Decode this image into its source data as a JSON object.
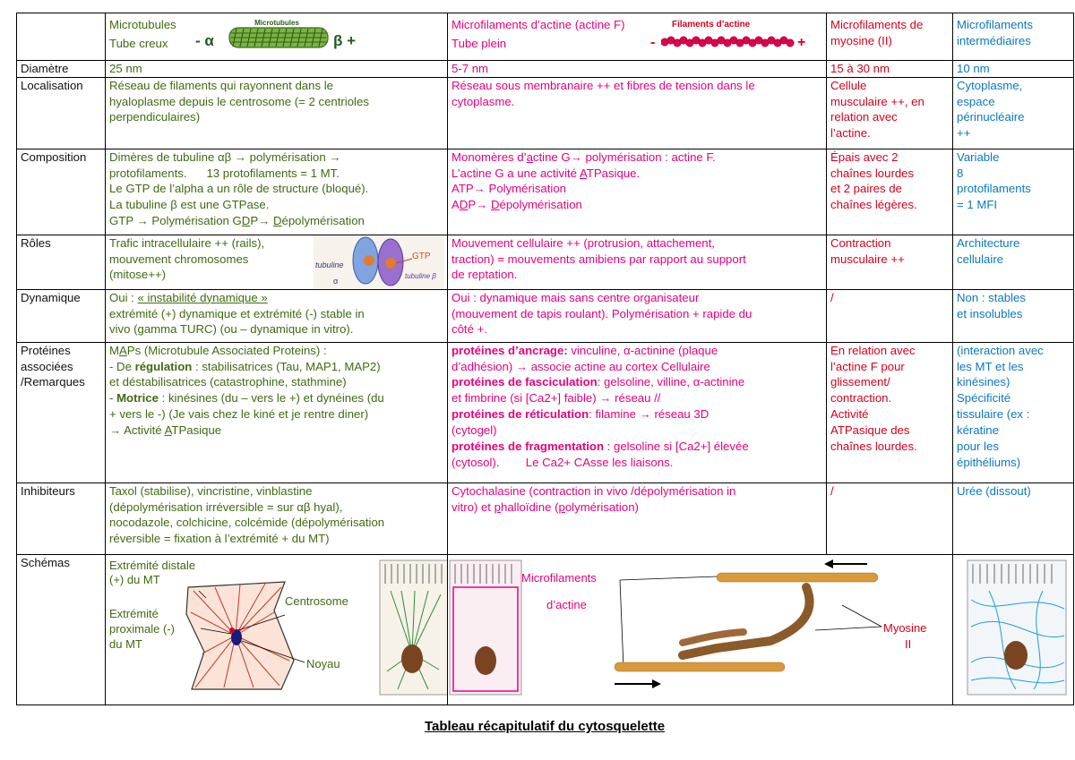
{
  "caption": "Tableau récapitulatif du cytosquelette",
  "header": {
    "mt": {
      "l1": "Microtubules",
      "l2": "Tube creux",
      "fig_label": "Microtubules",
      "minus": "- α",
      "plus": "β +"
    },
    "act": {
      "l1": "Microfilaments d’actine (actine F)",
      "l2": "Tube plein",
      "fig_label": "Filaments d’actine",
      "minus": "-",
      "plus": "+"
    },
    "myo": {
      "l1": "Microfilaments de",
      "l2": "myosine (II)"
    },
    "mfi": {
      "l1": "Microfilaments",
      "l2": "intermédiaires"
    }
  },
  "rows": {
    "diametre": {
      "label": "Diamètre",
      "mt": "25 nm",
      "act": "5-7 nm",
      "myo": "15 à 30 nm",
      "mfi": "10 nm"
    },
    "localisation": {
      "label": "Localisation",
      "mt": [
        "Réseau de filaments qui rayonnent dans le",
        "hyaloplasme depuis le centrosome (= 2 centrioles",
        "perpendiculaires)"
      ],
      "act": [
        "Réseau sous membranaire ++ et fibres de tension dans le",
        "cytoplasme."
      ],
      "myo": [
        "Cellule",
        "musculaire ++, en",
        "relation avec",
        "l’actine."
      ],
      "mfi": [
        "Cytoplasme,",
        "espace",
        "périnucléaire",
        "++"
      ]
    },
    "composition": {
      "label": "Composition",
      "mt": {
        "l1": "Dimères de tubuline αβ → polymérisation →",
        "l2": "protofilaments.      13 protofilaments = 1 MT.",
        "l3": "Le GTP de l’alpha a un rôle de structure (bloqué).",
        "l4": "La tubuline β est une GTPase.",
        "l5a": "GTP → Polymérisation G",
        "l5b": "D",
        "l5c": "P→ ",
        "l5d": "D",
        "l5e": "épolymérisation"
      },
      "act": {
        "l1a": "Monomères d’",
        "l1b": "a",
        "l1c": "ctine G→ polymérisation : actine F.",
        "l2a": "L’actine G a une activité ",
        "l2b": "A",
        "l2c": "TPasique.",
        "l3": "ATP→ Polymérisation",
        "l4a": "A",
        "l4b": "D",
        "l4c": "P→ ",
        "l4d": "D",
        "l4e": "épolymérisation"
      },
      "myo": [
        "Épais avec 2",
        "chaînes lourdes",
        "et 2 paires de",
        "chaînes légères."
      ],
      "mfi": [
        "Variable",
        "8",
        "protofilaments",
        "= 1 MFI"
      ]
    },
    "roles": {
      "label": "Rôles",
      "mt": [
        "Trafic intracellulaire ++ (rails),",
        "mouvement chromosomes",
        "(mitose++)"
      ],
      "mt_fig": {
        "tubuline": "tubuline",
        "alpha": "α",
        "gtp": "GTP",
        "beta": "tubuline β"
      },
      "act": [
        "Mouvement cellulaire ++ (protrusion, attachement,",
        "traction) = mouvements amibiens par rapport au support",
        "de reptation."
      ],
      "myo": [
        "Contraction",
        "musculaire ++"
      ],
      "mfi": [
        "Architecture",
        "cellulaire"
      ]
    },
    "dynamique": {
      "label": "Dynamique",
      "mt_a": "Oui : ",
      "mt_b": "« instabilité dynamique »",
      "mt": [
        "extrémité (+) dynamique et extrémité (-) stable in",
        "vivo (gamma TURC) (ou – dynamique in vitro)."
      ],
      "act": [
        "Oui : dynamique mais sans centre organisateur",
        "(mouvement de tapis roulant).  Polymérisation + rapide du",
        "côté +."
      ],
      "myo": "/",
      "mfi": [
        "Non : stables",
        "et insolubles"
      ]
    },
    "proteines": {
      "label": [
        "Protéines",
        "associées",
        "/Remarques"
      ],
      "mt": {
        "l1a": "M",
        "l1b": "A",
        "l1c": "Ps (Microtubule Associated Proteins) :",
        "l2a": "- De ",
        "l2b": "régulation",
        "l2c": " : stabilisatrices (Tau, MAP1, MAP2)",
        "l3": "et déstabilisatrices (catastrophine, stathmine)",
        "l4a": "- ",
        "l4b": "Motrice",
        "l4c": " : kinésines (du – vers le +) et dynéines (du",
        "l5": "+ vers le -) (Je vais chez le kiné et je rentre diner)",
        "l6a": "→ Activité ",
        "l6b": "A",
        "l6c": "TPasique"
      },
      "act": {
        "l1a": "protéines d’ancrage:",
        "l1b": " vinculine, α-actinine (plaque",
        "l2": "d’adhésion) → associe actine au cortex Cellulaire",
        "l3a": "protéines de fasciculation",
        "l3b": ": gelsoline, villine, α-actinine",
        "l4": "et fimbrine (si [Ca2+] faible) → réseau //",
        "l5a": "protéines de réticulation",
        "l5b": ": filamine → réseau 3D",
        "l6": "(cytogel)",
        "l7a": "protéines de fragmentation ",
        "l7b": ": gelsoline si [Ca2+] élevée",
        "l8": "(cytosol).        Le Ca2+ CAsse les liaisons."
      },
      "myo": [
        "En relation avec",
        "l’actine F pour",
        "glissement/",
        "contraction.",
        "Activité",
        "ATPasique des",
        "chaînes lourdes."
      ],
      "mfi": [
        "(interaction avec",
        "les MT et les",
        "kinésines)",
        "Spécificité",
        "tissulaire (ex :",
        "kératine",
        "pour les",
        "épithéliums)"
      ]
    },
    "inhibiteurs": {
      "label": "Inhibiteurs",
      "mt": [
        "Taxol (stabilise), vincristine, vinblastine",
        "(dépolymérisation irréversible = sur αβ hyal),",
        "nocodazole, colchicine, colcémide (dépolymérisation",
        "réversible = fixation à l’extrémité + du MT)"
      ],
      "act_a": "Cytochalasine (contraction in vivo /dépolymérisation in",
      "act_b": "vitro) et ",
      "act_c": "p",
      "act_d": "halloïdine (",
      "act_e": "p",
      "act_f": "olymérisation)",
      "myo": "/",
      "mfi": "Urée (dissout)"
    },
    "schemas": {
      "label": "Schémas",
      "mt": {
        "distale1": "Extrémité distale",
        "distale2": "(+) du MT",
        "centrosome": "Centrosome",
        "prox1": "Extrémité",
        "prox2": "proximale (-)",
        "prox3": "du MT",
        "noyau": "Noyau"
      },
      "act": {
        "mf1": "Microfilaments",
        "mf2": "d’actine",
        "myo1": "Myosine",
        "myo2": "II"
      }
    }
  },
  "colors": {
    "microtubules": "#3e6b12",
    "actine": "#e6007e",
    "myosine": "#d6001c",
    "intermediaires": "#0a78c0"
  }
}
